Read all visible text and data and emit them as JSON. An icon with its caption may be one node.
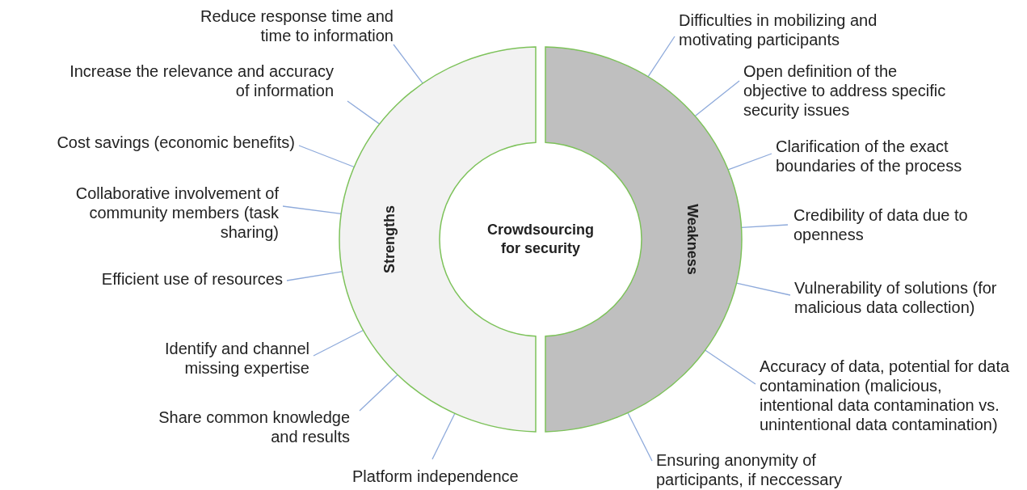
{
  "diagram": {
    "nodes": [
      {
        "text": [
          "Crowdsourcing for security"
        ]
      },
      {
        "text": [
          "Strengths"
        ]
      },
      {
        "text": [
          "Weakness"
        ]
      },
      {
        "text": [
          "Reduce response time and time to information"
        ]
      },
      {
        "text": [
          "Increase the relevance and accuracy of information"
        ]
      },
      {
        "text": [
          "Cost savings (economic benefits)"
        ]
      },
      {
        "text": [
          "Collaborative involvement of community members (task sharing)"
        ]
      },
      {
        "text": [
          "Efficient use of resources"
        ]
      },
      {
        "text": [
          "Identify and channel missing expertise"
        ]
      },
      {
        "text": [
          "Share common knowledge and results"
        ]
      },
      {
        "text": [
          "Platform independence"
        ]
      },
      {
        "text": [
          "Difficulties in mobilizing and motivating participants"
        ]
      },
      {
        "text": [
          "Open definition of the objective to address specific security issues"
        ]
      },
      {
        "text": [
          "Clarification of the exact boundaries of the process"
        ]
      },
      {
        "text": [
          "Credibility of data due to openness"
        ]
      },
      {
        "text": [
          "Vulnerability of solutions (for malicious data collection)"
        ]
      },
      {
        "text": [
          "Accuracy of data, potential for data contamination (malicious, intentional data contamination vs. unintentional data contamination)"
        ]
      },
      {
        "text": [
          "Ensuring anonymity of participants, if neccessary"
        ]
      }
    ],
    "edges": [
      {
        "from": 3,
        "to": 1,
        "arrow": "none"
      },
      {
        "from": 4,
        "to": 1,
        "arrow": "none"
      },
      {
        "from": 5,
        "to": 1,
        "arrow": "none"
      },
      {
        "from": 6,
        "to": 1,
        "arrow": "none"
      },
      {
        "from": 7,
        "to": 1,
        "arrow": "none"
      },
      {
        "from": 8,
        "to": 1,
        "arrow": "none"
      },
      {
        "from": 9,
        "to": 1,
        "arrow": "none"
      },
      {
        "from": 10,
        "to": 1,
        "arrow": "none"
      },
      {
        "from": 11,
        "to": 2,
        "arrow": "none"
      },
      {
        "from": 12,
        "to": 2,
        "arrow": "none"
      },
      {
        "from": 13,
        "to": 2,
        "arrow": "none"
      },
      {
        "from": 14,
        "to": 2,
        "arrow": "none"
      },
      {
        "from": 15,
        "to": 2,
        "arrow": "none"
      },
      {
        "from": 16,
        "to": 2,
        "arrow": "none"
      },
      {
        "from": 17,
        "to": 2,
        "arrow": "none"
      }
    ]
  }
}
